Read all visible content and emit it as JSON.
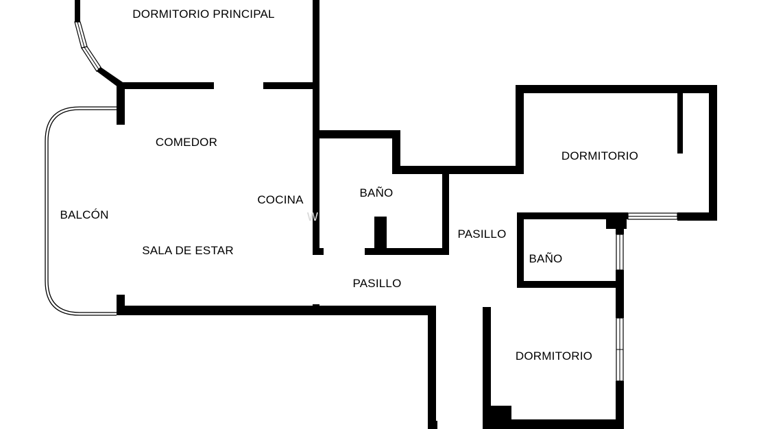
{
  "floorplan": {
    "rooms": [
      {
        "id": "dormitorio-principal",
        "label": "DORMITORIO PRINCIPAL"
      },
      {
        "id": "comedor",
        "label": "COMEDOR"
      },
      {
        "id": "cocina",
        "label": "COCINA"
      },
      {
        "id": "balcon",
        "label": "BALCÓN"
      },
      {
        "id": "sala-de-estar",
        "label": "SALA DE ESTAR"
      },
      {
        "id": "bano-1",
        "label": "BAÑO"
      },
      {
        "id": "pasillo-1",
        "label": "PASILLO"
      },
      {
        "id": "pasillo-2",
        "label": "PASILLO"
      },
      {
        "id": "dormitorio-1",
        "label": "DORMITORIO"
      },
      {
        "id": "bano-2",
        "label": "BAÑO"
      },
      {
        "id": "dormitorio-2",
        "label": "DORMITORIO"
      }
    ],
    "colors": {
      "wall": "#000000",
      "background": "#ffffff"
    }
  }
}
